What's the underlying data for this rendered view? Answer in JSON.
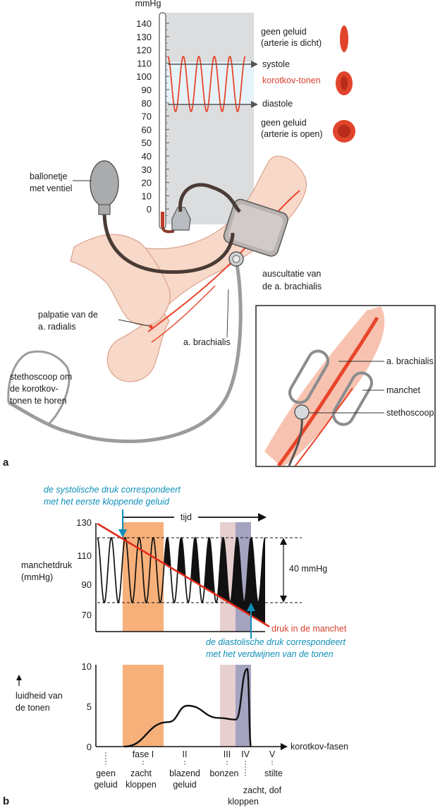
{
  "panel_a": {
    "label": "a",
    "gauge": {
      "unit": "mmHg",
      "ticks": [
        "140",
        "130",
        "120",
        "110",
        "100",
        "90",
        "80",
        "70",
        "60",
        "50",
        "40",
        "30",
        "20",
        "10",
        "0"
      ]
    },
    "legend": {
      "no_sound_closed": "geen geluid",
      "no_sound_closed_2": "(arterie is dicht)",
      "systole": "systole",
      "korotkov": "korotkov-tonen",
      "diastole": "diastole",
      "no_sound_open": "geen geluid",
      "no_sound_open_2": "(arterie is open)"
    },
    "callouts": {
      "bulb_1": "ballonetje",
      "bulb_2": "met ventiel",
      "ausc_1": "auscultatie van",
      "ausc_2": "de a. brachialis",
      "palp_1": "palpatie van de",
      "palp_2": "a. radialis",
      "brach": "a. brachialis",
      "steth_1": "stethoscoop om",
      "steth_2": "de korotkov-",
      "steth_3": "tonen te horen"
    },
    "inset": {
      "artery": "a. brachialis",
      "cuff": "manchet",
      "stethoscope": "stethoscoop"
    }
  },
  "panel_b": {
    "label": "b",
    "top": {
      "ylabel_1": "manchetdruk",
      "ylabel_2": "(mmHg)",
      "yticks": [
        "130",
        "110",
        "90",
        "70"
      ],
      "time": "tijd",
      "range": "40 mmHg",
      "cuff_pressure": "druk in de manchet",
      "sys_note_1": "de systolische druk correspondeert",
      "sys_note_2": "met het eerste kloppende geluid",
      "dia_note_1": "de diastolische druk correspondeert",
      "dia_note_2": "met het verdwijnen van de tonen"
    },
    "bottom": {
      "ylabel_1": "luidheid van",
      "ylabel_2": "de tonen",
      "yticks": [
        "10",
        "5",
        "0"
      ],
      "xaxis": "korotkov-fasen",
      "phases": [
        "fase I",
        "II",
        "III",
        "IV",
        "V"
      ],
      "desc": {
        "none_1": "geen",
        "none_2": "geluid",
        "soft_1": "zacht",
        "soft_2": "kloppen",
        "blow_1": "blazend",
        "blow_2": "geluid",
        "thump": "bonzen",
        "dull_1": "zacht, dof",
        "dull_2": "kloppen",
        "silence": "stilte"
      }
    },
    "loudness_curve": [
      {
        "phase_x": 0.0,
        "loudness": 0
      },
      {
        "phase_x": 0.35,
        "loudness": 3.0
      },
      {
        "phase_x": 0.5,
        "loudness": 5.0
      },
      {
        "phase_x": 0.75,
        "loudness": 3.5
      },
      {
        "phase_x": 0.88,
        "loudness": 3.3
      },
      {
        "phase_x": 0.97,
        "loudness": 9.5
      },
      {
        "phase_x": 1.0,
        "loudness": 0
      }
    ]
  },
  "colors": {
    "red": "#d8412e",
    "blue": "#0e8fb8",
    "orange": "#f7b07a",
    "pink": "#e7cfcf",
    "lavender": "#a4a3c0",
    "skin": "#f7d3c1"
  }
}
